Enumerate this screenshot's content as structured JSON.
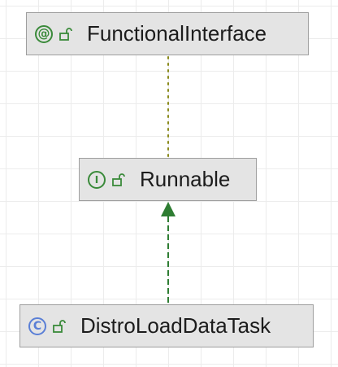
{
  "nodes": [
    {
      "id": "fi",
      "label": "FunctionalInterface",
      "badge": "@",
      "kind": "annotation",
      "badge_color": "#3a8a3a"
    },
    {
      "id": "run",
      "label": "Runnable",
      "badge": "I",
      "kind": "interface",
      "badge_color": "#3a8a3a"
    },
    {
      "id": "distro",
      "label": "DistroLoadDataTask",
      "badge": "C",
      "kind": "class",
      "badge_color": "#5a7fd6"
    }
  ],
  "edges": [
    {
      "from": "run",
      "to": "fi",
      "style": "dotted",
      "color": "#8a8a1a",
      "meaning": "annotated-with"
    },
    {
      "from": "distro",
      "to": "run",
      "style": "dashed",
      "color": "#2e7d32",
      "meaning": "implements"
    }
  ],
  "icons": {
    "visibility": "open-lock-icon",
    "lock_color": "#3a8a3a"
  }
}
